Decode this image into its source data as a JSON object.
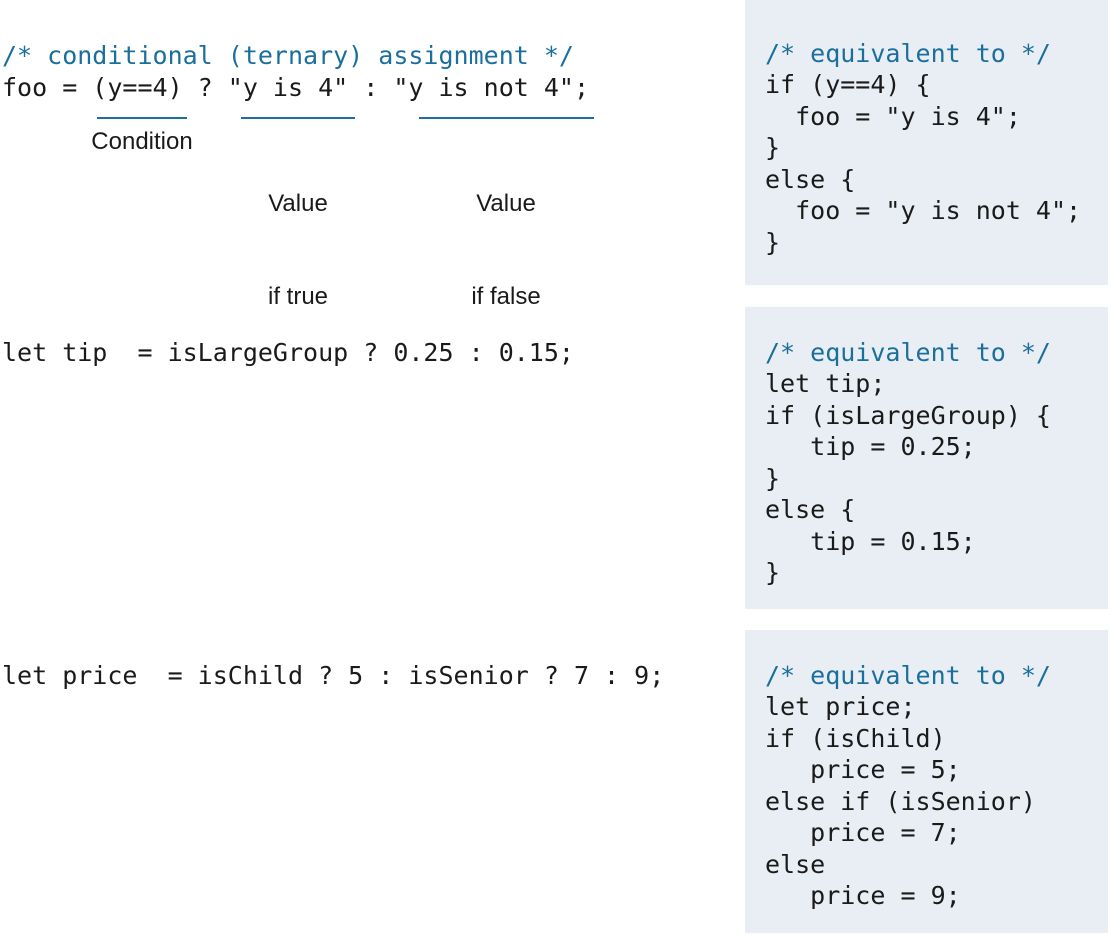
{
  "colors": {
    "comment": "#1b6f9c",
    "code": "#1a1a1a",
    "panel_background": "#e8eef3",
    "underline": "#1b6f9c"
  },
  "example_1": {
    "comment": "/* conditional (ternary) assignment */",
    "code": "foo = (y==4) ? \"y is 4\" : \"y is not 4\";",
    "labels": {
      "condition": "Condition",
      "value_true_line1": "Value",
      "value_true_line2": "if true",
      "value_false_line1": "Value",
      "value_false_line2": "if false"
    },
    "equivalent": {
      "comment": "/* equivalent to */",
      "code": "if (y==4) {\n  foo = \"y is 4\";\n}\nelse {\n  foo = \"y is not 4\";\n}"
    }
  },
  "example_2": {
    "code": "let tip  = isLargeGroup ? 0.25 : 0.15;",
    "equivalent": {
      "comment": "/* equivalent to */",
      "code": "let tip;\nif (isLargeGroup) {\n   tip = 0.25;\n}\nelse {\n   tip = 0.15;\n}"
    }
  },
  "example_3": {
    "code": "let price  = isChild ? 5 : isSenior ? 7 : 9;",
    "equivalent": {
      "comment": "/* equivalent to */",
      "code": "let price;\nif (isChild)\n   price = 5;\nelse if (isSenior)\n   price = 7;\nelse\n   price = 9;"
    }
  }
}
